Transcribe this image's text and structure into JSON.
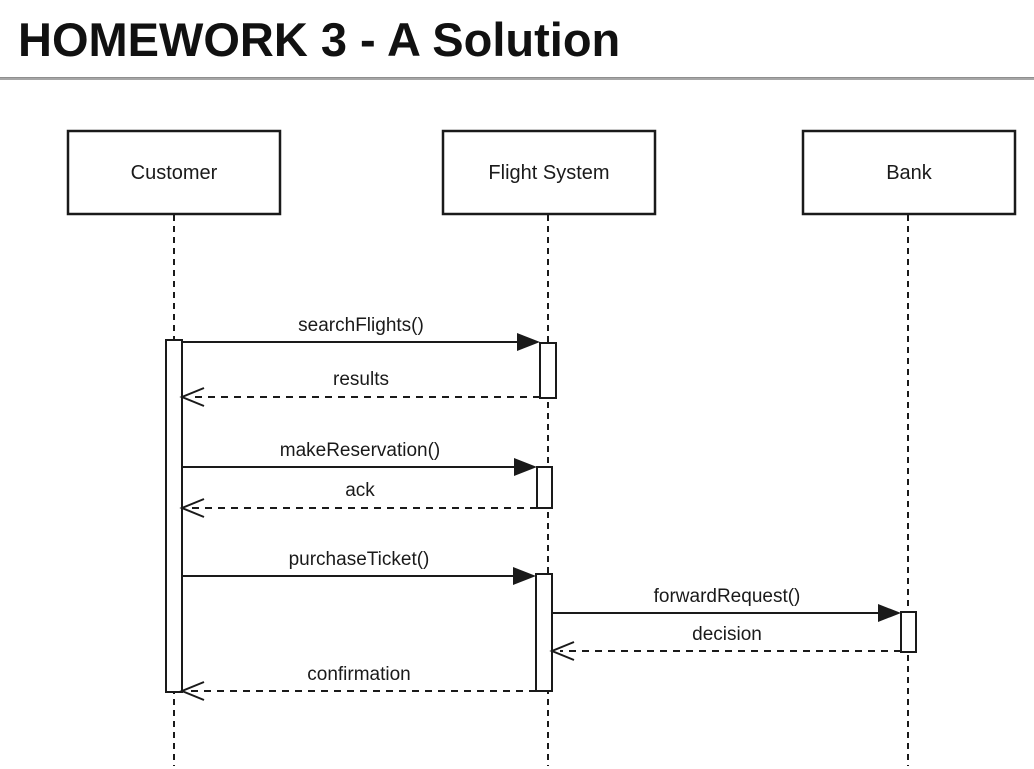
{
  "page": {
    "title": "HOMEWORK 3 - A Solution"
  },
  "diagram": {
    "type": "uml-sequence-diagram",
    "colors": {
      "line": "#1a1a1a",
      "background": "#ffffff",
      "title_rule": "#a6a6a6"
    },
    "actors": [
      {
        "name": "Customer"
      },
      {
        "name": "Flight System"
      },
      {
        "name": "Bank"
      }
    ],
    "messages": [
      {
        "label": "searchFlights()",
        "from": "Customer",
        "to": "Flight System",
        "kind": "call"
      },
      {
        "label": "results",
        "from": "Flight System",
        "to": "Customer",
        "kind": "return"
      },
      {
        "label": "makeReservation()",
        "from": "Customer",
        "to": "Flight System",
        "kind": "call"
      },
      {
        "label": "ack",
        "from": "Flight System",
        "to": "Customer",
        "kind": "return"
      },
      {
        "label": "purchaseTicket()",
        "from": "Customer",
        "to": "Flight System",
        "kind": "call"
      },
      {
        "label": "forwardRequest()",
        "from": "Flight System",
        "to": "Bank",
        "kind": "call"
      },
      {
        "label": "decision",
        "from": "Bank",
        "to": "Flight System",
        "kind": "return"
      },
      {
        "label": "confirmation",
        "from": "Flight System",
        "to": "Customer",
        "kind": "return"
      }
    ]
  }
}
